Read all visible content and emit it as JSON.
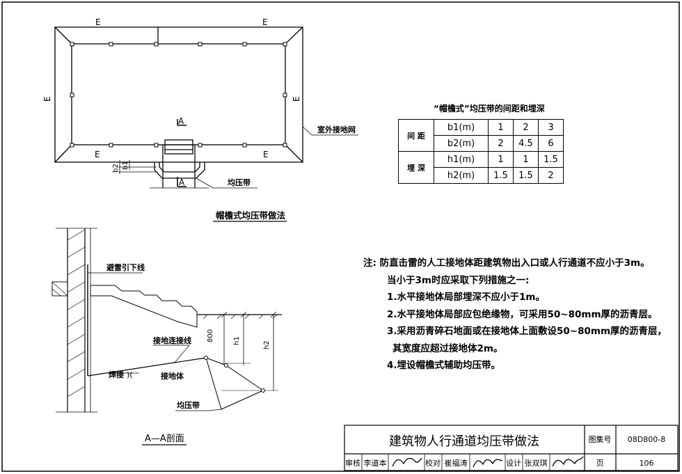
{
  "plan": {
    "e_labels": [
      "E",
      "E",
      "E",
      "E",
      "E",
      "E"
    ],
    "section_mark": "A",
    "dim_b1": "b1",
    "dim_b2": "b2",
    "label_outdoor_grid": "室外接地网",
    "label_equalizer": "均压带",
    "title": "帽檐式均压带做法"
  },
  "table": {
    "caption": "“帽檐式”均压带的间距和埋深",
    "groups": [
      {
        "label": "间 距",
        "rows": [
          {
            "param": "b1(m)",
            "values": [
              "1",
              "2",
              "3"
            ]
          },
          {
            "param": "b2(m)",
            "values": [
              "2",
              "4.5",
              "6"
            ]
          }
        ]
      },
      {
        "label": "埋 深",
        "rows": [
          {
            "param": "h1(m)",
            "values": [
              "1",
              "1",
              "1.5"
            ]
          },
          {
            "param": "h2(m)",
            "values": [
              "1.5",
              "1.5",
              "2"
            ]
          }
        ]
      }
    ]
  },
  "notes": {
    "prefix": "注:",
    "line1": "防直击雷的人工接地体距建筑物出入口或人行通道不应小于3m。",
    "line2": "当小于3m时应采取下列措施之一:",
    "items": [
      "1.水平接地体局部埋深不应小于1m。",
      "2.水平接地体局部应包绝缘物，可采用50~80mm厚的沥青层。",
      "3.采用沥青碎石地面或在接地体上面敷设50~80mm厚的沥青层，",
      "其宽度应超过接地体2m。",
      "4.埋设帽檐式辅助均压带。"
    ]
  },
  "section": {
    "label_down_conductor": "避雷引下线",
    "label_ground_wire": "接地连接线",
    "label_weld": "焊接",
    "label_grounding_body": "接地体",
    "label_equalizer": "均压带",
    "dim_800": "800",
    "dim_h1": "h1",
    "dim_h2": "h2",
    "title": "A—A剖面"
  },
  "title_block": {
    "main_title": "建筑物人行通道均压带做法",
    "atlas_label": "图集号",
    "atlas_no": "08D800-8",
    "review_label": "审核",
    "review_name": "李道本",
    "check_label": "校对",
    "check_name": "崔福涛",
    "design_label": "设计",
    "design_name": "张双琪",
    "page_label": "页",
    "page_no": "106"
  }
}
